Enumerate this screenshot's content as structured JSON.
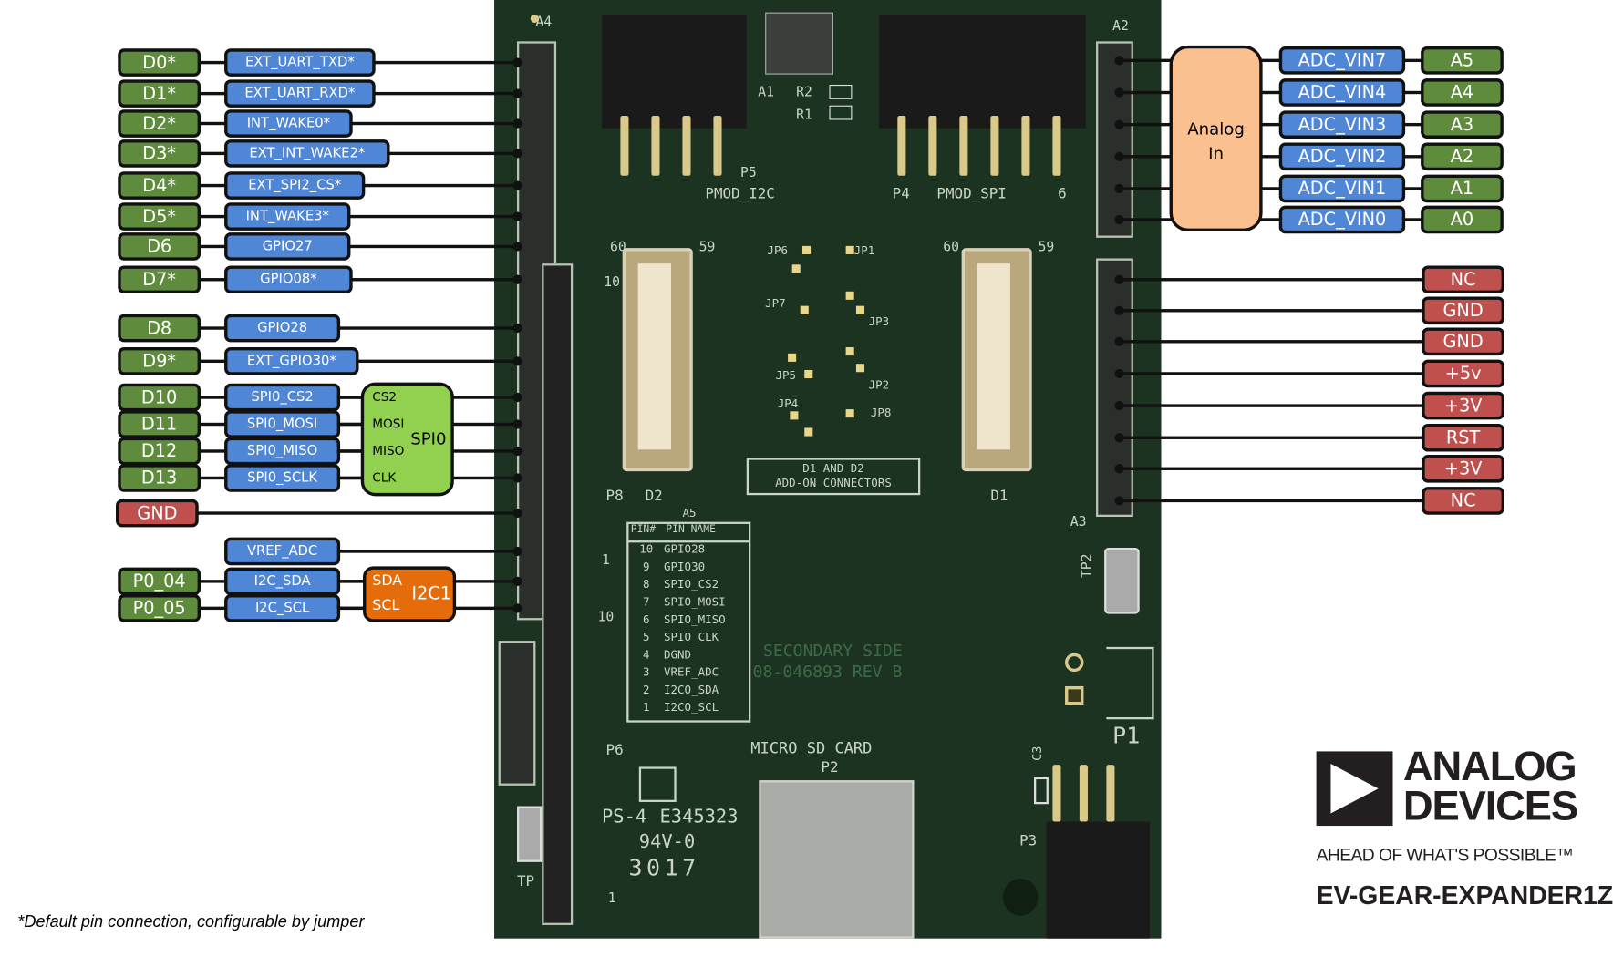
{
  "title": "EV-GEAR-EXPANDER1Z",
  "left_pins": [
    {
      "arduino": "D0*",
      "signal": "EXT_UART_TXD*"
    },
    {
      "arduino": "D1*",
      "signal": "EXT_UART_RXD*"
    },
    {
      "arduino": "D2*",
      "signal": "INT_WAKE0*"
    },
    {
      "arduino": "D3*",
      "signal": "EXT_INT_WAKE2*"
    },
    {
      "arduino": "D4*",
      "signal": "EXT_SPI2_CS*"
    },
    {
      "arduino": "D5*",
      "signal": "INT_WAKE3*"
    },
    {
      "arduino": "D6",
      "signal": "GPIO27"
    },
    {
      "arduino": "D7*",
      "signal": "GPIO08*"
    },
    {
      "arduino": "D8",
      "signal": "GPIO28"
    },
    {
      "arduino": "D9*",
      "signal": "EXT_GPIO30*"
    },
    {
      "arduino": "D10",
      "signal": "SPI0_CS2"
    },
    {
      "arduino": "D11",
      "signal": "SPI0_MOSI"
    },
    {
      "arduino": "D12",
      "signal": "SPI0_MISO"
    },
    {
      "arduino": "D13",
      "signal": "SPI0_SCLK"
    },
    {
      "arduino": "GND",
      "signal": ""
    },
    {
      "arduino": "",
      "signal": "VREF_ADC"
    },
    {
      "arduino": "P0_04",
      "signal": "I2C_SDA"
    },
    {
      "arduino": "P0_05",
      "signal": "I2C_SCL"
    }
  ],
  "spi_group": {
    "name": "SPI0",
    "pins": [
      "CS2",
      "MOSI",
      "MISO",
      "CLK"
    ]
  },
  "i2c_group": {
    "name": "I2C1",
    "pins": [
      "SDA",
      "SCL"
    ]
  },
  "analog_group": {
    "name_line1": "Analog",
    "name_line2": "In"
  },
  "analog_pins": [
    {
      "signal": "ADC_VIN7",
      "arduino": "A5"
    },
    {
      "signal": "ADC_VIN4",
      "arduino": "A4"
    },
    {
      "signal": "ADC_VIN3",
      "arduino": "A3"
    },
    {
      "signal": "ADC_VIN2",
      "arduino": "A2"
    },
    {
      "signal": "ADC_VIN1",
      "arduino": "A1"
    },
    {
      "signal": "ADC_VIN0",
      "arduino": "A0"
    }
  ],
  "power_pins": [
    "NC",
    "GND",
    "GND",
    "+5v",
    "+3V",
    "RST",
    "+3V",
    "NC"
  ],
  "footnote": "*Default pin connection, configurable by jumper",
  "logo": {
    "line1": "ANALOG",
    "line2": "DEVICES",
    "tagline": "AHEAD OF WHAT'S POSSIBLE™"
  },
  "colors": {
    "arduino_pin": "#5e8b3c",
    "signal": "#4f86d6",
    "power": "#c0504d",
    "spi": "#92d050",
    "i2c": "#e46c0a",
    "analog": "#fac090"
  },
  "board": {
    "silkscreen": {
      "a4": "A4",
      "a2": "A2",
      "a3": "A3",
      "a1": "A1",
      "r1": "R1",
      "r2": "R2",
      "p5": "P5",
      "pmod_i2c": "PMOD_I2C",
      "p4": "P4",
      "pmod_spi": "PMOD_SPI",
      "p4_pin6": "6",
      "p8": "P8",
      "d2": "D2",
      "d1": "D1",
      "conn_d2_60": "60",
      "conn_d2_59": "59",
      "conn_d2_10": "10",
      "conn_d1_60": "60",
      "conn_d1_59": "59",
      "addon_line1": "D1 AND D2",
      "addon_line2": "ADD-ON CONNECTORS",
      "jumpers": [
        "JP6",
        "JP1",
        "JP7",
        "JP3",
        "JP5",
        "JP2",
        "JP4",
        "JP8"
      ],
      "secondary_line1": "SECONDARY SIDE",
      "secondary_line2": "08-046893 REV B",
      "micro_sd": "MICRO SD CARD",
      "p2": "P2",
      "p6": "P6",
      "p1": "P1",
      "p3": "P3",
      "c3": "C3",
      "tp1": "TP",
      "tp2": "TP2",
      "ps4": "PS-4",
      "e345323": "E345323",
      "ul": "94V-0",
      "date": "3017"
    },
    "pin_table": {
      "label": "A5",
      "headers": [
        "PIN#",
        "PIN NAME"
      ],
      "rows": [
        [
          "10",
          "GPIO28"
        ],
        [
          "9",
          "GPIO30"
        ],
        [
          "8",
          "SPIO_CS2"
        ],
        [
          "7",
          "SPIO_MOSI"
        ],
        [
          "6",
          "SPIO_MISO"
        ],
        [
          "5",
          "SPIO_CLK"
        ],
        [
          "4",
          "DGND"
        ],
        [
          "3",
          "VREF_ADC"
        ],
        [
          "2",
          "I2CO_SDA"
        ],
        [
          "1",
          "I2CO_SCL"
        ]
      ]
    }
  }
}
